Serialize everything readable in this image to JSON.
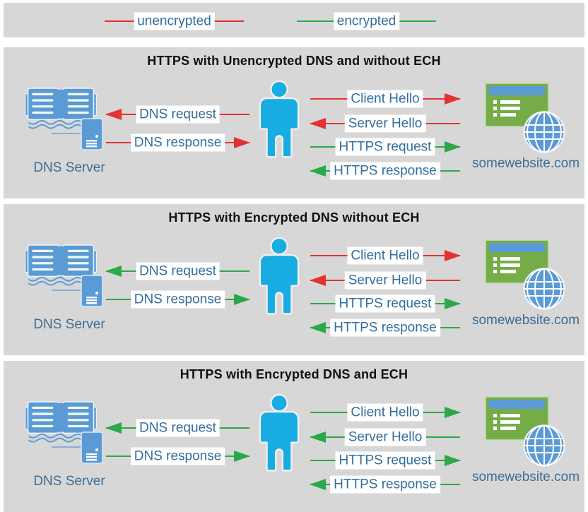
{
  "colors": {
    "panel_background": "#d7d7d7",
    "unencrypted_red": "#e23232",
    "encrypted_green": "#2aa84a",
    "label_text_blue": "#336e9e",
    "title_black": "#111111",
    "office_icon_blue": "#5b9bd5",
    "person_blue": "#18ace3",
    "website_green": "#76ad49"
  },
  "legend": {
    "unencrypted": {
      "label": "unencrypted",
      "type": "unencrypted"
    },
    "encrypted": {
      "label": "encrypted",
      "type": "encrypted"
    }
  },
  "panels": [
    {
      "title": "HTTPS with Unencrypted DNS and without ECH",
      "dns_server_label": "DNS Server",
      "website_label": "somewebsite.com",
      "arrows": {
        "dns_request": {
          "label": "DNS request",
          "direction": "left",
          "type": "unencrypted"
        },
        "dns_response": {
          "label": "DNS response",
          "direction": "right",
          "type": "unencrypted"
        },
        "client_hello": {
          "label": "Client Hello",
          "direction": "right",
          "type": "unencrypted"
        },
        "server_hello": {
          "label": "Server Hello",
          "direction": "left",
          "type": "unencrypted"
        },
        "https_request": {
          "label": "HTTPS request",
          "direction": "right",
          "type": "encrypted"
        },
        "https_response": {
          "label": "HTTPS response",
          "direction": "left",
          "type": "encrypted"
        }
      }
    },
    {
      "title": "HTTPS with Encrypted DNS without ECH",
      "dns_server_label": "DNS Server",
      "website_label": "somewebsite.com",
      "arrows": {
        "dns_request": {
          "label": "DNS request",
          "direction": "left",
          "type": "encrypted"
        },
        "dns_response": {
          "label": "DNS response",
          "direction": "right",
          "type": "encrypted"
        },
        "client_hello": {
          "label": "Client Hello",
          "direction": "right",
          "type": "unencrypted"
        },
        "server_hello": {
          "label": "Server Hello",
          "direction": "left",
          "type": "unencrypted"
        },
        "https_request": {
          "label": "HTTPS request",
          "direction": "right",
          "type": "encrypted"
        },
        "https_response": {
          "label": "HTTPS response",
          "direction": "left",
          "type": "encrypted"
        }
      }
    },
    {
      "title": "HTTPS with Encrypted DNS and ECH",
      "dns_server_label": "DNS Server",
      "website_label": "somewebsite.com",
      "arrows": {
        "dns_request": {
          "label": "DNS request",
          "direction": "left",
          "type": "encrypted"
        },
        "dns_response": {
          "label": "DNS response",
          "direction": "right",
          "type": "encrypted"
        },
        "client_hello": {
          "label": "Client Hello",
          "direction": "right",
          "type": "encrypted"
        },
        "server_hello": {
          "label": "Server Hello",
          "direction": "left",
          "type": "encrypted"
        },
        "https_request": {
          "label": "HTTPS request",
          "direction": "right",
          "type": "encrypted"
        },
        "https_response": {
          "label": "HTTPS response",
          "direction": "left",
          "type": "encrypted"
        }
      }
    }
  ]
}
